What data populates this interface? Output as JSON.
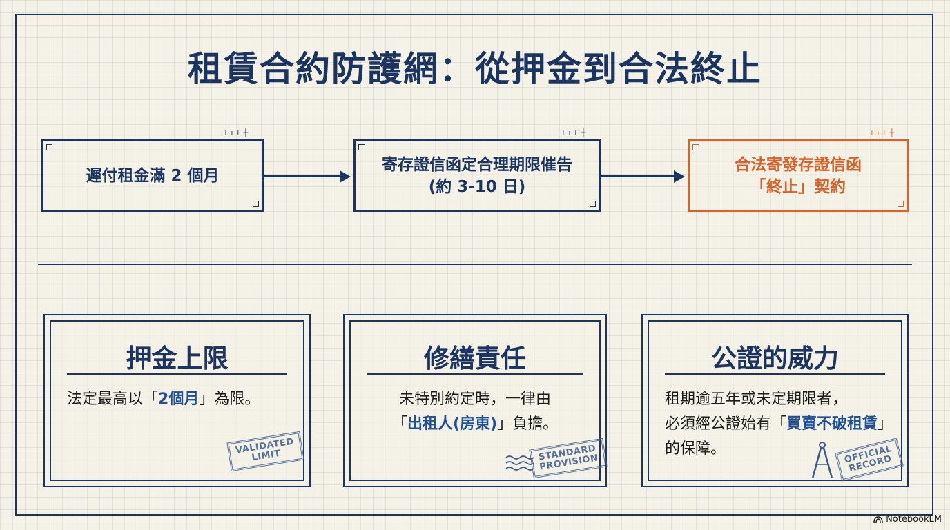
{
  "title": "租賃合約防護網：從押金到合法終止",
  "flow": {
    "steps": [
      {
        "line1": "遲付租金滿 2 個月",
        "line2": ""
      },
      {
        "line1": "寄存證信函定合理期限催告",
        "line2": "(約 3-10 日)"
      },
      {
        "line1": "合法寄發存證信函",
        "line2": "「終止」契約"
      }
    ],
    "accent_color": "#d8622a"
  },
  "cards": [
    {
      "title": "押金上限",
      "body_pre": "法定最高以「",
      "body_hl": "2個月",
      "body_post": "」為限。",
      "stamp": [
        "VALIDATED",
        "LIMIT"
      ]
    },
    {
      "title": "修繕責任",
      "body_line1": "未特別約定時，一律由",
      "body_pre": "「",
      "body_hl": "出租人(房東)",
      "body_post": "」負擔。",
      "stamp": [
        "STANDARD",
        "PROVISION"
      ]
    },
    {
      "title": "公證的威力",
      "body_line1": "租期逾五年或未定期限者，",
      "body_pre": "必須經公證始有「",
      "body_hl": "買賣不破租賃",
      "body_post": "」的保障。",
      "stamp": [
        "OFFICIAL",
        "RECORD"
      ]
    }
  ],
  "colors": {
    "primary": "#1c3560",
    "highlight": "#1f4f96",
    "paper": "#f4f1e6"
  },
  "badge": "NotebookLM"
}
